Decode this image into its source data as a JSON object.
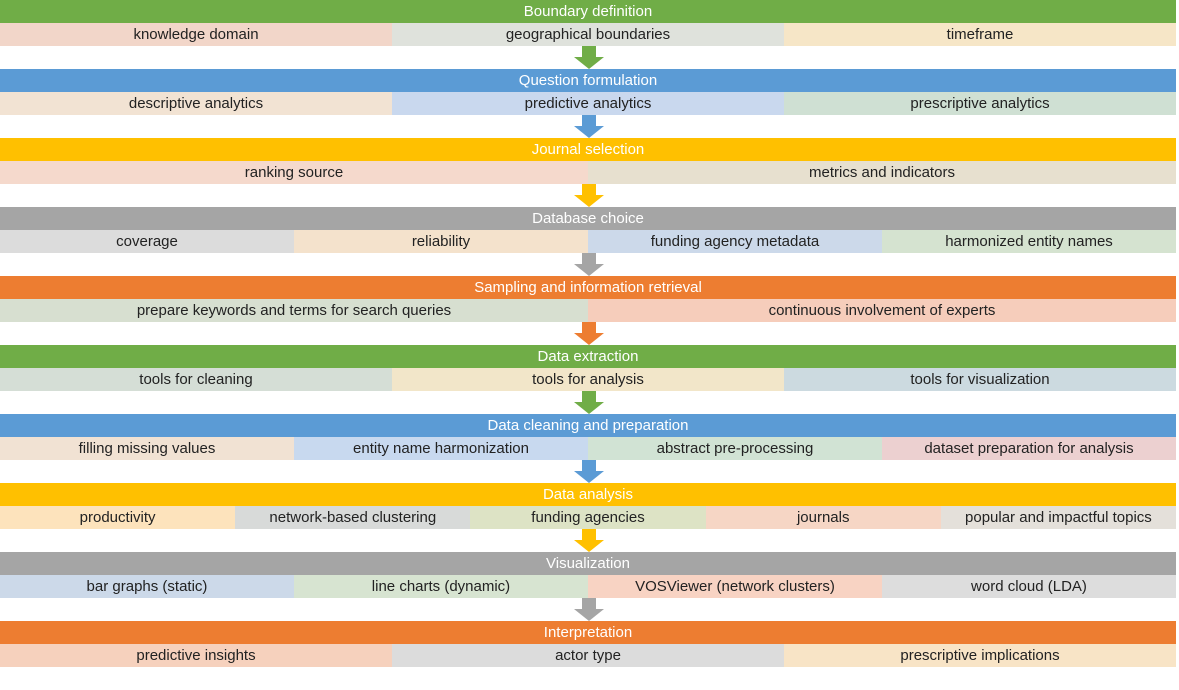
{
  "stages": [
    {
      "title": "Boundary definition",
      "color": "#70ad47",
      "arrow": true,
      "items": [
        {
          "label": "knowledge domain",
          "bg": "#f2d6c9"
        },
        {
          "label": "geographical boundaries",
          "bg": "#dfe2dc"
        },
        {
          "label": "timeframe",
          "bg": "#f6e6c7"
        }
      ]
    },
    {
      "title": "Question formulation",
      "color": "#5b9bd5",
      "arrow": true,
      "items": [
        {
          "label": "descriptive analytics",
          "bg": "#f2e3d3"
        },
        {
          "label": "predictive analytics",
          "bg": "#c9d8ee"
        },
        {
          "label": "prescriptive analytics",
          "bg": "#cfe0d3"
        }
      ]
    },
    {
      "title": "Journal selection",
      "color": "#ffc000",
      "arrow": true,
      "items": [
        {
          "label": "ranking source",
          "bg": "#f5d9cc"
        },
        {
          "label": "metrics and indicators",
          "bg": "#e7e0cf"
        }
      ]
    },
    {
      "title": "Database choice",
      "color": "#a5a5a5",
      "arrow": true,
      "items": [
        {
          "label": "coverage",
          "bg": "#dcdcdc"
        },
        {
          "label": "reliability",
          "bg": "#f4e2cc"
        },
        {
          "label": "funding agency metadata",
          "bg": "#ccd9ea"
        },
        {
          "label": "harmonized entity names",
          "bg": "#d5e3d0"
        }
      ]
    },
    {
      "title": "Sampling and information retrieval",
      "color": "#ed7d31",
      "arrow": true,
      "items": [
        {
          "label": "prepare keywords and terms for search queries",
          "bg": "#d7dfd0"
        },
        {
          "label": "continuous involvement of experts",
          "bg": "#f6cdbb"
        }
      ]
    },
    {
      "title": "Data extraction",
      "color": "#70ad47",
      "arrow": true,
      "items": [
        {
          "label": "tools for cleaning",
          "bg": "#d5ded6"
        },
        {
          "label": "tools for analysis",
          "bg": "#f2e6c9"
        },
        {
          "label": "tools for visualization",
          "bg": "#ccdae0"
        }
      ]
    },
    {
      "title": "Data cleaning and preparation",
      "color": "#5b9bd5",
      "arrow": true,
      "items": [
        {
          "label": "filling missing values",
          "bg": "#f1e2d3"
        },
        {
          "label": "entity name harmonization",
          "bg": "#c8d9ef"
        },
        {
          "label": "abstract pre-processing",
          "bg": "#d1e3d4"
        },
        {
          "label": "dataset preparation for analysis",
          "bg": "#ecd0d0"
        }
      ]
    },
    {
      "title": "Data analysis",
      "color": "#ffc000",
      "arrow": true,
      "items": [
        {
          "label": "productivity",
          "bg": "#fde3bc"
        },
        {
          "label": "network-based clustering",
          "bg": "#d8dad9"
        },
        {
          "label": "funding agencies",
          "bg": "#dde3c5"
        },
        {
          "label": "journals",
          "bg": "#f6d6c5"
        },
        {
          "label": "popular and impactful topics",
          "bg": "#e4e0da"
        }
      ]
    },
    {
      "title": "Visualization",
      "color": "#a5a5a5",
      "arrow": true,
      "items": [
        {
          "label": "bar graphs (static)",
          "bg": "#ccd9e9"
        },
        {
          "label": "line charts (dynamic)",
          "bg": "#d7e4d1"
        },
        {
          "label": "VOSViewer (network clusters)",
          "bg": "#f8d3c3"
        },
        {
          "label": "word cloud (LDA)",
          "bg": "#dddddd"
        }
      ]
    },
    {
      "title": "Interpretation",
      "color": "#ed7d31",
      "arrow": false,
      "items": [
        {
          "label": "predictive insights",
          "bg": "#f6d1bd"
        },
        {
          "label": "actor type",
          "bg": "#dcdcdc"
        },
        {
          "label": "prescriptive implications",
          "bg": "#f8e4c6"
        }
      ]
    }
  ]
}
